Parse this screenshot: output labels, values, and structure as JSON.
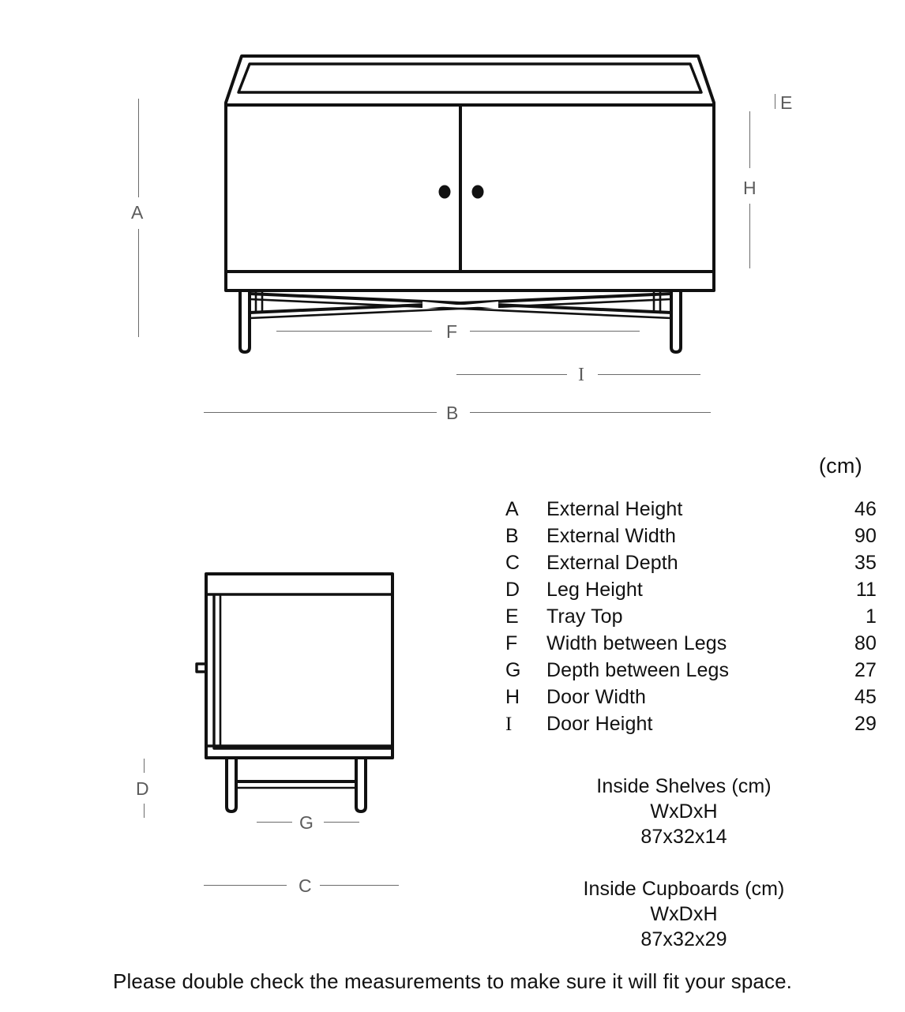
{
  "units_header": "(cm)",
  "dimension_table": {
    "rows": [
      {
        "key": "A",
        "description": "External Height",
        "value": "46"
      },
      {
        "key": "B",
        "description": "External Width",
        "value": "90"
      },
      {
        "key": "C",
        "description": "External Depth",
        "value": "35"
      },
      {
        "key": "D",
        "description": "Leg Height",
        "value": "11"
      },
      {
        "key": "E",
        "description": "Tray Top",
        "value": "1"
      },
      {
        "key": "F",
        "description": "Width between Legs",
        "value": "80"
      },
      {
        "key": "G",
        "description": "Depth between Legs",
        "value": "27"
      },
      {
        "key": "H",
        "description": "Door Width",
        "value": "45"
      },
      {
        "key": "I",
        "description": "Door Height",
        "value": "29"
      }
    ]
  },
  "inside_shelves": {
    "title": "Inside Shelves (cm)",
    "axes": "WxDxH",
    "value": "87x32x14"
  },
  "inside_cupboards": {
    "title": "Inside Cupboards (cm)",
    "axes": "WxDxH",
    "value": "87x32x29"
  },
  "callouts": {
    "a": "A",
    "b": "B",
    "c": "C",
    "d": "D",
    "e": "E",
    "f": "F",
    "g": "G",
    "h": "H",
    "i": "I"
  },
  "footer_note": "Please double check the measurements to make sure it will fit your space.",
  "colors": {
    "ink": "#111111",
    "dimension_line": "#6b6b6b",
    "dimension_text": "#5c5c5c",
    "background": "#ffffff"
  }
}
